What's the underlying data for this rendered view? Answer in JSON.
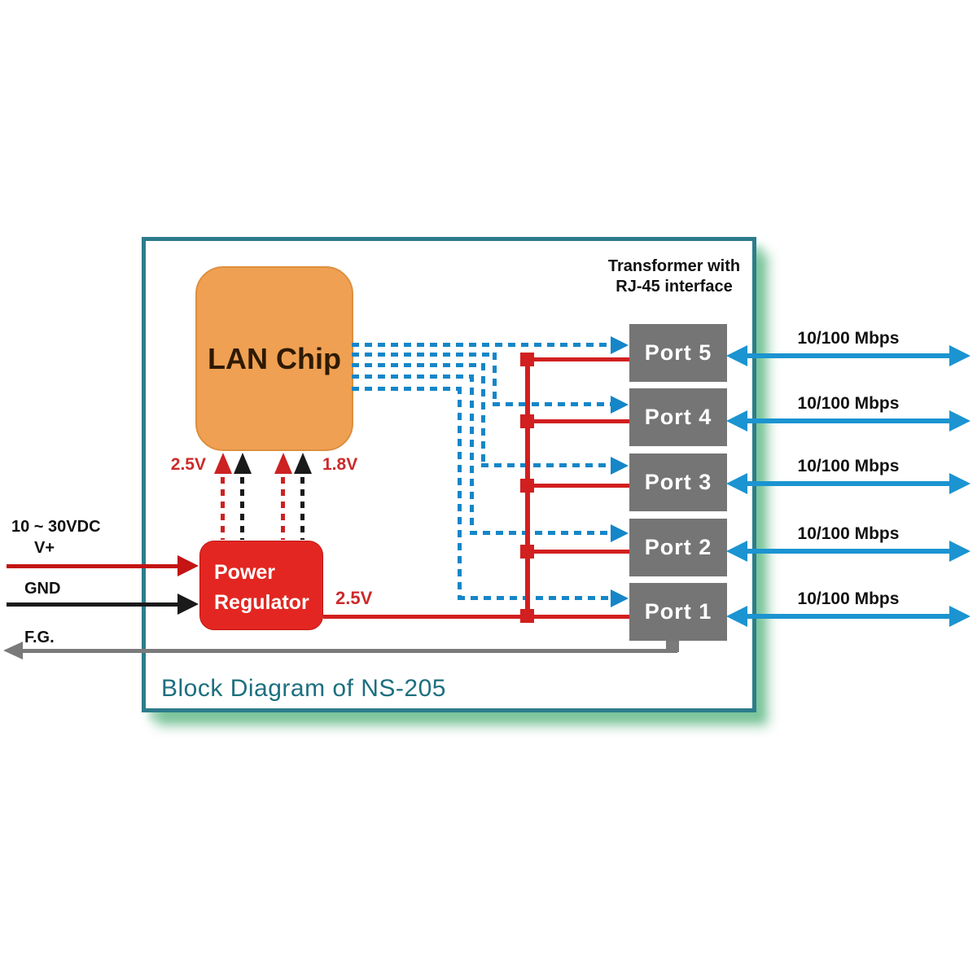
{
  "diagram": {
    "title": "Block Diagram of NS-205",
    "lan_chip_label": "LAN Chip",
    "power_regulator": {
      "line1": "Power",
      "line2": "Regulator"
    },
    "transformer_note": {
      "line1": "Transformer with",
      "line2": "RJ-45 interface"
    },
    "ports": [
      {
        "label": "Port 5",
        "speed": "10/100 Mbps"
      },
      {
        "label": "Port 4",
        "speed": "10/100 Mbps"
      },
      {
        "label": "Port 3",
        "speed": "10/100 Mbps"
      },
      {
        "label": "Port 2",
        "speed": "10/100 Mbps"
      },
      {
        "label": "Port 1",
        "speed": "10/100 Mbps"
      }
    ],
    "inputs": {
      "range": "10 ~ 30VDC",
      "vplus": "V+",
      "gnd": "GND",
      "fg": "F.G."
    },
    "rails": {
      "rail_2v5": "2.5V",
      "rail_1v8": "1.8V",
      "output_2v5": "2.5V"
    },
    "colors": {
      "border_teal": "#2d7c8c",
      "shadow_green": "#7cc49b",
      "lan_chip_orange": "#efa052",
      "regulator_red": "#e32621",
      "port_gray": "#757575",
      "arrow_blue": "#1b94d1",
      "wire_dashed_blue": "#1586c8",
      "wire_red": "#d21f1f",
      "wire_black": "#1a1a1a",
      "wire_gray": "#7a7a7a",
      "title_teal": "#1d6f7f"
    }
  }
}
